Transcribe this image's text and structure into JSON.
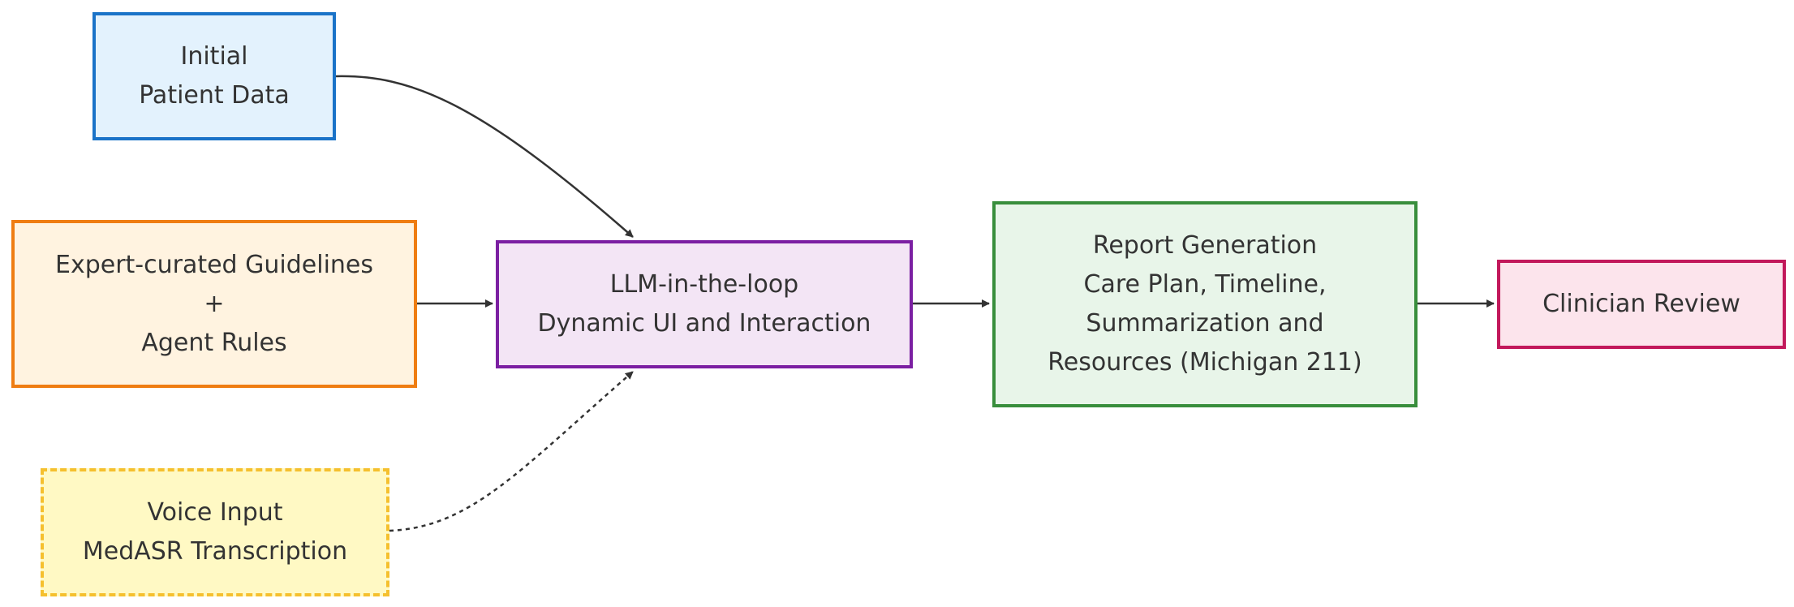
{
  "diagram": {
    "nodes": {
      "initial": {
        "lines": [
          "Initial",
          "Patient Data"
        ],
        "border": "#1a73c8",
        "fill": "#e3f2fd"
      },
      "expert": {
        "lines": [
          "Expert-curated Guidelines",
          "+",
          "Agent Rules"
        ],
        "border": "#ef7d12",
        "fill": "#fff3e0"
      },
      "voice": {
        "lines": [
          "Voice Input",
          "MedASR Transcription"
        ],
        "border": "#f5c02e",
        "fill": "#fff9c4"
      },
      "llm": {
        "lines": [
          "LLM-in-the-loop",
          "Dynamic UI and Interaction"
        ],
        "border": "#7b1fa2",
        "fill": "#f3e5f5"
      },
      "report": {
        "lines": [
          "Report Generation",
          "Care Plan, Timeline,",
          "Summarization and",
          "Resources (Michigan 211)"
        ],
        "border": "#388e3c",
        "fill": "#e8f5e9"
      },
      "clinician": {
        "lines": [
          "Clinician Review"
        ],
        "border": "#c2185b",
        "fill": "#fce4ec"
      }
    },
    "edge_color": "#333333",
    "edges": [
      {
        "from": "initial",
        "to": "llm",
        "style": "solid"
      },
      {
        "from": "expert",
        "to": "llm",
        "style": "solid"
      },
      {
        "from": "voice",
        "to": "llm",
        "style": "dotted"
      },
      {
        "from": "llm",
        "to": "report",
        "style": "solid"
      },
      {
        "from": "report",
        "to": "clinician",
        "style": "solid"
      }
    ]
  }
}
